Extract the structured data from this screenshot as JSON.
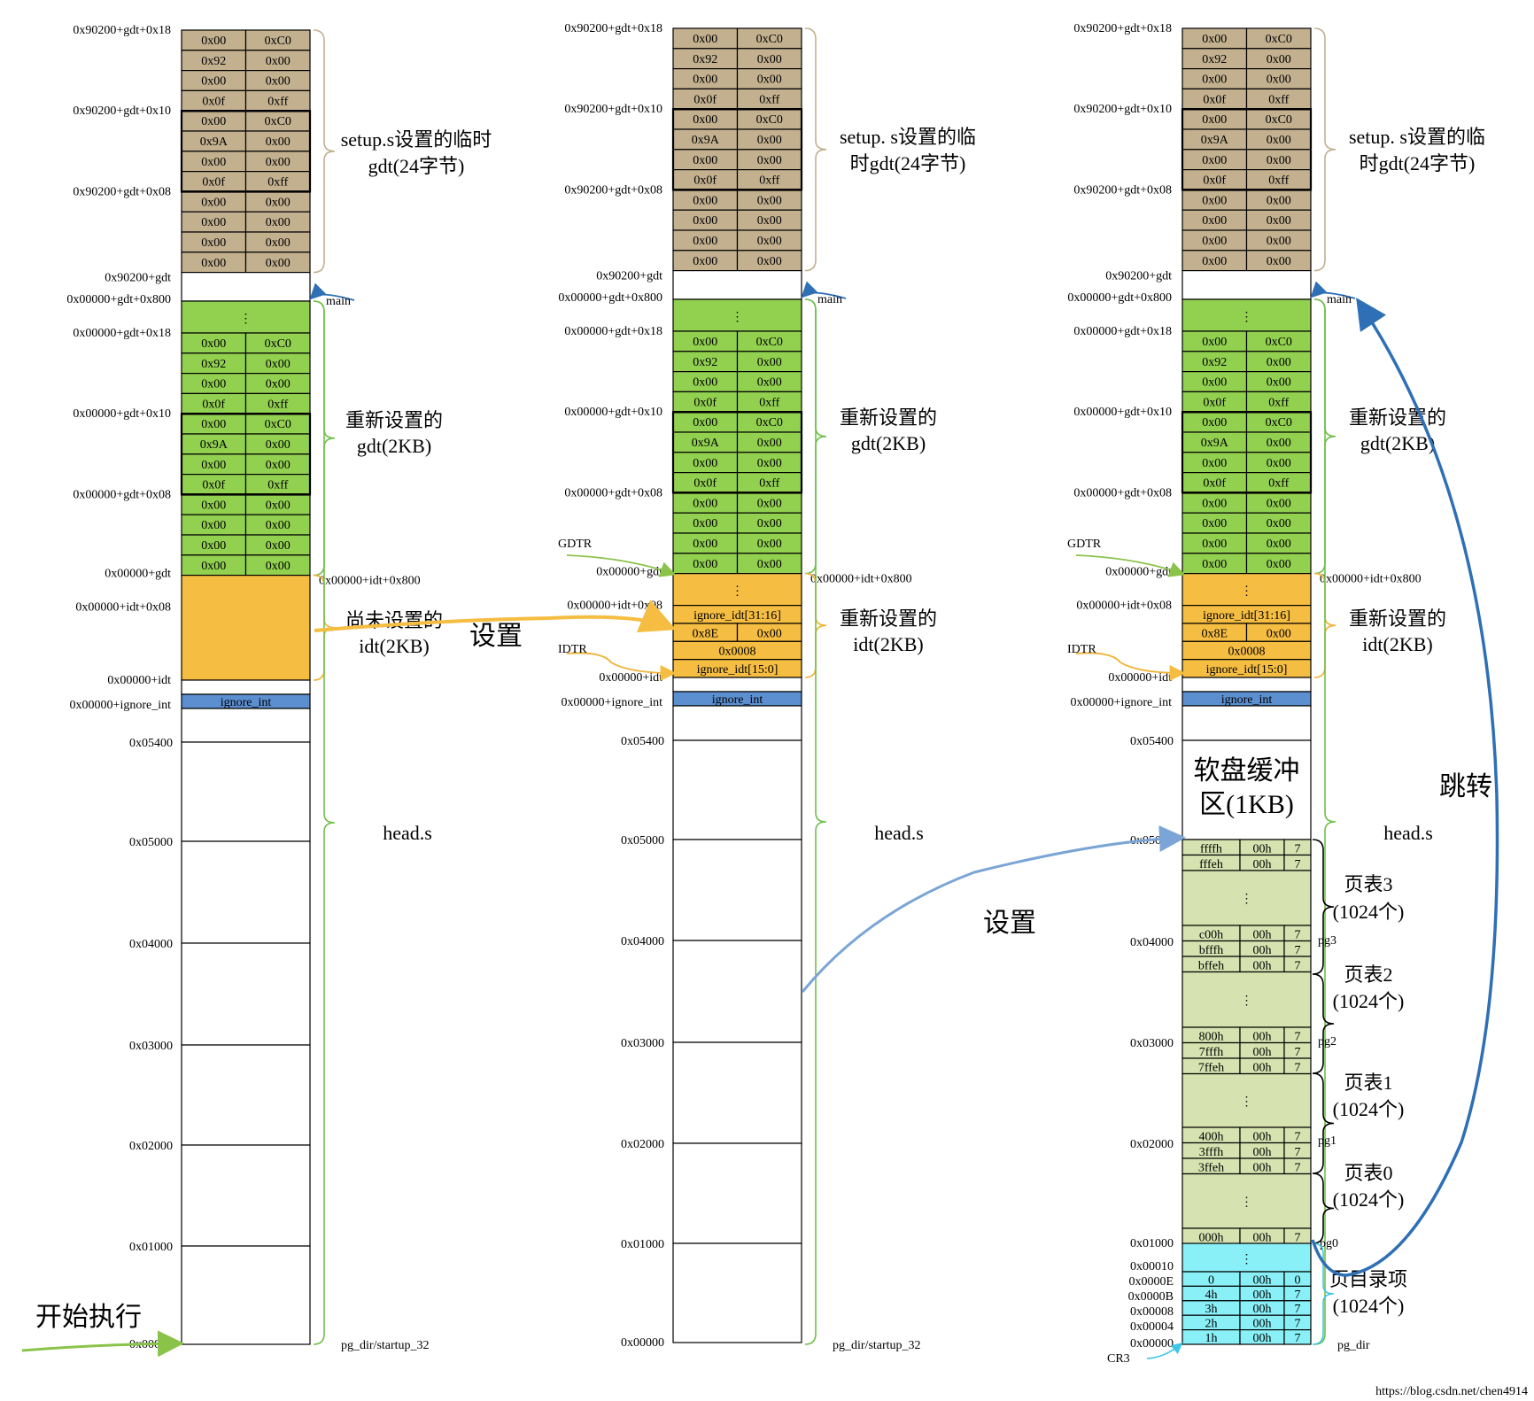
{
  "colors": {
    "tan": "#c2b08f",
    "green": "#92d050",
    "orange": "#f5bd41",
    "blue": "#5b8fd0",
    "cyan": "#8af0f8",
    "lightgreen": "#d6e3b0",
    "greenText": "#6fbf4a",
    "orangeText": "#f0b233",
    "arrowBlue": "#2e6fb5",
    "arrowLightBlue": "#7aa5d6"
  },
  "tempGdt": [
    [
      "0x00",
      "0xC0"
    ],
    [
      "0x92",
      "0x00"
    ],
    [
      "0x00",
      "0x00"
    ],
    [
      "0x0f",
      "0xff"
    ],
    [
      "0x00",
      "0xC0"
    ],
    [
      "0x9A",
      "0x00"
    ],
    [
      "0x00",
      "0x00"
    ],
    [
      "0x0f",
      "0xff"
    ],
    [
      "0x00",
      "0x00"
    ],
    [
      "0x00",
      "0x00"
    ],
    [
      "0x00",
      "0x00"
    ],
    [
      "0x00",
      "0x00"
    ]
  ],
  "newGdt": [
    [
      "0x00",
      "0xC0"
    ],
    [
      "0x92",
      "0x00"
    ],
    [
      "0x00",
      "0x00"
    ],
    [
      "0x0f",
      "0xff"
    ],
    [
      "0x00",
      "0xC0"
    ],
    [
      "0x9A",
      "0x00"
    ],
    [
      "0x00",
      "0x00"
    ],
    [
      "0x0f",
      "0xff"
    ],
    [
      "0x00",
      "0x00"
    ],
    [
      "0x00",
      "0x00"
    ],
    [
      "0x00",
      "0x00"
    ],
    [
      "0x00",
      "0x00"
    ]
  ],
  "idtRows": [
    "ignore_idt[31:16]",
    [
      "0x8E",
      "0x00"
    ],
    "0x0008",
    "ignore_idt[15:0]"
  ],
  "ellipsis": "⋮",
  "ignoreInt": "ignore_int",
  "addrTop": {
    "a18": "0x90200+gdt+0x18",
    "a10": "0x90200+gdt+0x10",
    "a08": "0x90200+gdt+0x08",
    "agdt": "0x90200+gdt",
    "n800": "0x00000+gdt+0x800",
    "n18": "0x00000+gdt+0x18",
    "n10": "0x00000+gdt+0x10",
    "n08": "0x00000+gdt+0x08",
    "ngdt": "0x00000+gdt",
    "i08": "0x00000+idt+0x08",
    "idt": "0x00000+idt",
    "iint": "0x00000+ignore_int",
    "idt800": "0x00000+idt+0x800"
  },
  "hexAddrs": [
    "0x05400",
    "0x05000",
    "0x04000",
    "0x03000",
    "0x02000",
    "0x01000",
    "0x00000"
  ],
  "labels": {
    "setupTemp1": "setup.s设置的临时",
    "setupTemp2": "gdt(24字节)",
    "setupTempB1": "setup. s设置的临",
    "setupTempB2": "时gdt(24字节)",
    "newGdt1": "重新设置的",
    "newGdt2": "gdt(2KB)",
    "unsetIdt1": "尚未设置的",
    "unsetIdt2": "idt(2KB)",
    "newIdt1": "重新设置的",
    "newIdt2": "idt(2KB)",
    "heads": "head.s",
    "main": "main",
    "pgdir": "pg_dir/startup_32",
    "pgdirShort": "pg_dir",
    "gdtr": "GDTR",
    "idtr": "IDTR",
    "set1": "设置",
    "set2": "设置",
    "jump": "跳转",
    "start": "开始执行",
    "floppy1": "软盘缓冲",
    "floppy2": "区(1KB)",
    "pt3": "页表3",
    "pt2": "页表2",
    "pt1": "页表1",
    "pt0": "页表0",
    "ptcount": "(1024个)",
    "pdir": "页目录项",
    "cr3": "CR3",
    "pg3": "pg3",
    "pg2": "pg2",
    "pg1": "pg1",
    "pg0": "pg0",
    "watermark": "https://blog.csdn.net/chen4914"
  },
  "pageTables": {
    "pt3": [
      [
        "ffffh",
        "00h",
        "7"
      ],
      [
        "fffeh",
        "00h",
        "7"
      ]
    ],
    "pt3b": [
      [
        "c00h",
        "00h",
        "7"
      ],
      [
        "bfffh",
        "00h",
        "7"
      ],
      [
        "bffeh",
        "00h",
        "7"
      ]
    ],
    "pt2b": [
      [
        "800h",
        "00h",
        "7"
      ],
      [
        "7fffh",
        "00h",
        "7"
      ],
      [
        "7ffeh",
        "00h",
        "7"
      ]
    ],
    "pt1b": [
      [
        "400h",
        "00h",
        "7"
      ],
      [
        "3fffh",
        "00h",
        "7"
      ],
      [
        "3ffeh",
        "00h",
        "7"
      ]
    ],
    "pt0b": [
      [
        "000h",
        "00h",
        "7"
      ]
    ],
    "pdir": [
      [
        "0",
        "00h",
        "0"
      ],
      [
        "4h",
        "00h",
        "7"
      ],
      [
        "3h",
        "00h",
        "7"
      ],
      [
        "2h",
        "00h",
        "7"
      ],
      [
        "1h",
        "00h",
        "7"
      ]
    ]
  },
  "pdirAddrs": [
    "0x00010",
    "0x0000E",
    "0x0000B",
    "0x00008",
    "0x00004",
    "0x00000"
  ]
}
